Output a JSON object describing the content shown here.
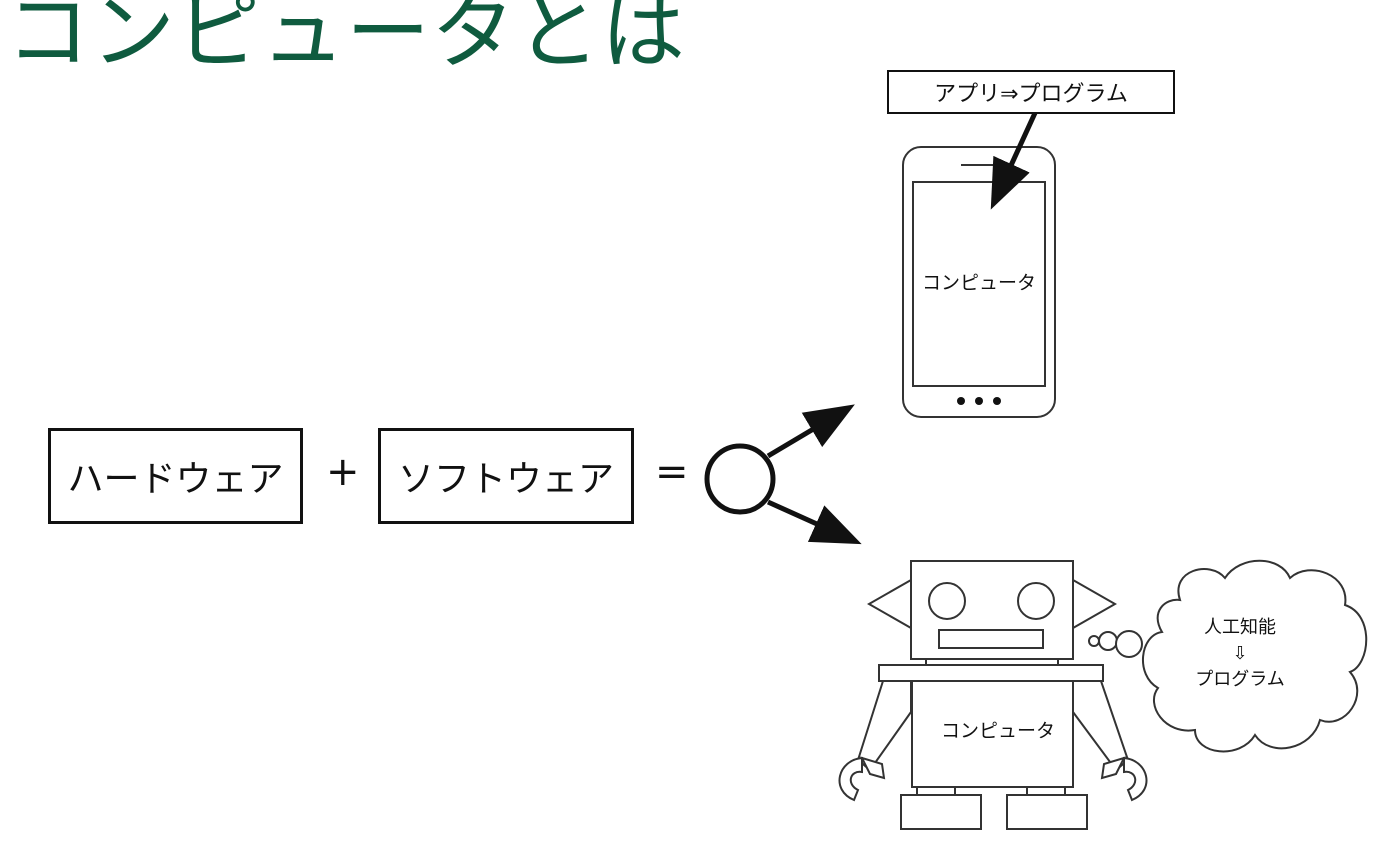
{
  "slide": {
    "title": "コンピュータとは"
  },
  "equation": {
    "hardware": "ハードウェア",
    "plus": "+",
    "software": "ソフトウェア",
    "equals": "="
  },
  "smartphone": {
    "app_label": "アプリ⇒プログラム",
    "screen_label": "コンピュータ"
  },
  "robot": {
    "body_label": "コンピュータ",
    "thought": {
      "line1": "人工知能",
      "arrow": "⇩",
      "line2": "プログラム"
    }
  }
}
